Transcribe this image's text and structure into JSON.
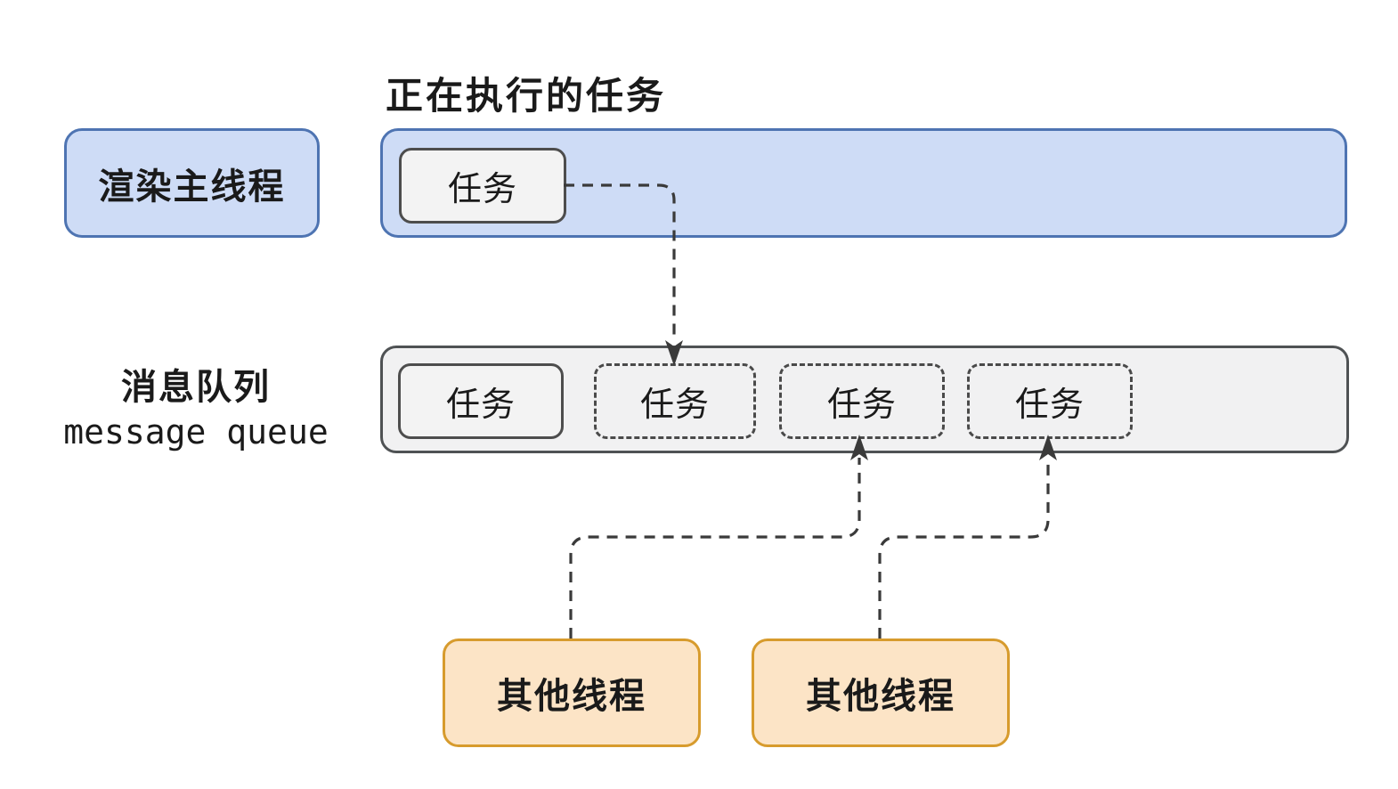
{
  "diagram": {
    "title": "正在执行的任务",
    "main_thread": {
      "label": "渲染主线程"
    },
    "executing_task": {
      "label": "任务"
    },
    "queue": {
      "label_zh": "消息队列",
      "label_en": "message queue",
      "tasks": [
        {
          "label": "任务",
          "style": "solid"
        },
        {
          "label": "任务",
          "style": "dashed"
        },
        {
          "label": "任务",
          "style": "dashed"
        },
        {
          "label": "任务",
          "style": "dashed"
        }
      ]
    },
    "other_threads": [
      {
        "label": "其他线程"
      },
      {
        "label": "其他线程"
      }
    ],
    "colors": {
      "thread_fill": "#cedcf6",
      "thread_border": "#4e74b2",
      "queue_fill": "#f1f1f2",
      "queue_border": "#4f5254",
      "task_fill": "#f3f3f3",
      "task_border": "#4d4d4d",
      "other_thread_fill": "#fce4c6",
      "other_thread_border": "#d79b2d",
      "connector": "#3a3a3a",
      "text": "#1a1a1a",
      "background": "#ffffff"
    }
  }
}
